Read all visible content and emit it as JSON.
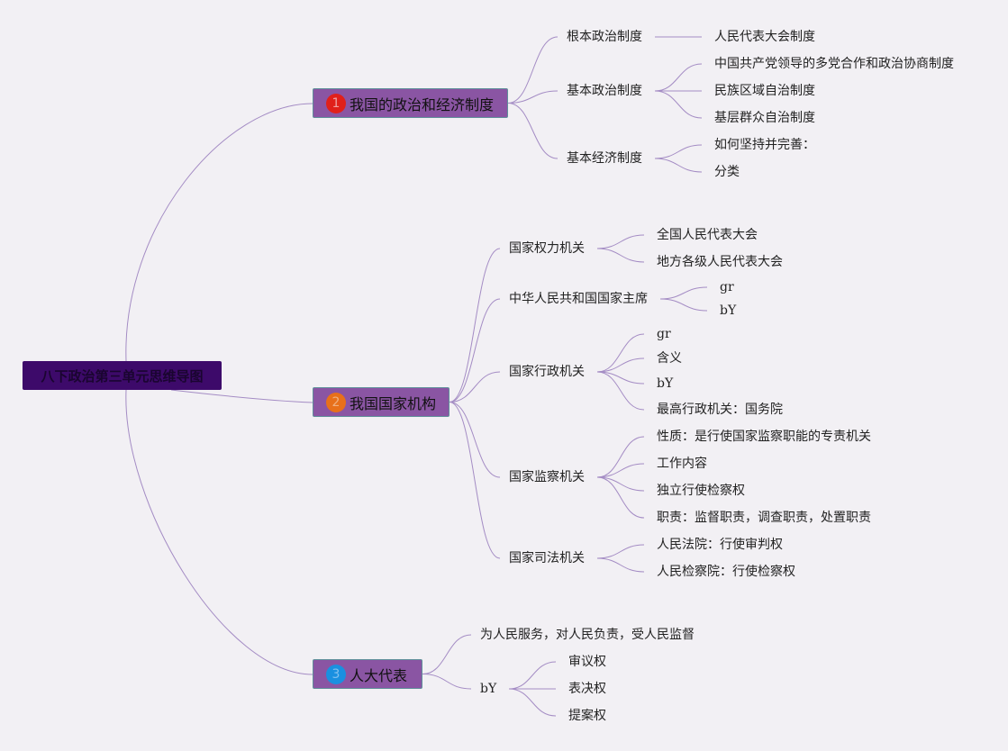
{
  "root": {
    "label": "八下政治第三单元思维导图"
  },
  "branches": [
    {
      "label": "我国的政治和经济制度",
      "badge": "1",
      "badge_color": "#e0201a",
      "children": [
        {
          "label": "根本政治制度",
          "children": [
            "人民代表大会制度"
          ]
        },
        {
          "label": "基本政治制度",
          "children": [
            "中国共产党领导的多党合作和政治协商制度",
            "民族区域自治制度",
            "基层群众自治制度"
          ]
        },
        {
          "label": "基本经济制度",
          "children": [
            "如何坚持并完善：",
            "分类"
          ]
        }
      ]
    },
    {
      "label": "我国国家机构",
      "badge": "2",
      "badge_color": "#e8701a",
      "children": [
        {
          "label": "国家权力机关",
          "children": [
            "全国人民代表大会",
            "地方各级人民代表大会"
          ]
        },
        {
          "label": "中华人民共和国国家主席",
          "children": [
            "gr",
            "bY"
          ]
        },
        {
          "label": "国家行政机关",
          "children": [
            "gr",
            "含义",
            "bY",
            "最高行政机关：国务院"
          ]
        },
        {
          "label": "国家监察机关",
          "children": [
            "性质：是行使国家监察职能的专责机关",
            "工作内容",
            "独立行使检察权",
            "职责：监督职责，调查职责，处置职责"
          ]
        },
        {
          "label": "国家司法机关",
          "children": [
            "人民法院：行使审判权",
            "人民检察院：行使检察权"
          ]
        }
      ]
    },
    {
      "label": "人大代表",
      "badge": "3",
      "badge_color": "#1a90e0",
      "children": [
        {
          "label": "为人民服务，对人民负责，受人民监督",
          "children": []
        },
        {
          "label": "bY",
          "children": [
            "审议权",
            "表决权",
            "提案权"
          ]
        }
      ]
    }
  ],
  "colors": {
    "line": "#a48cc4",
    "main_fill": "#8a55a3",
    "root_fill": "#3d0a6a"
  }
}
